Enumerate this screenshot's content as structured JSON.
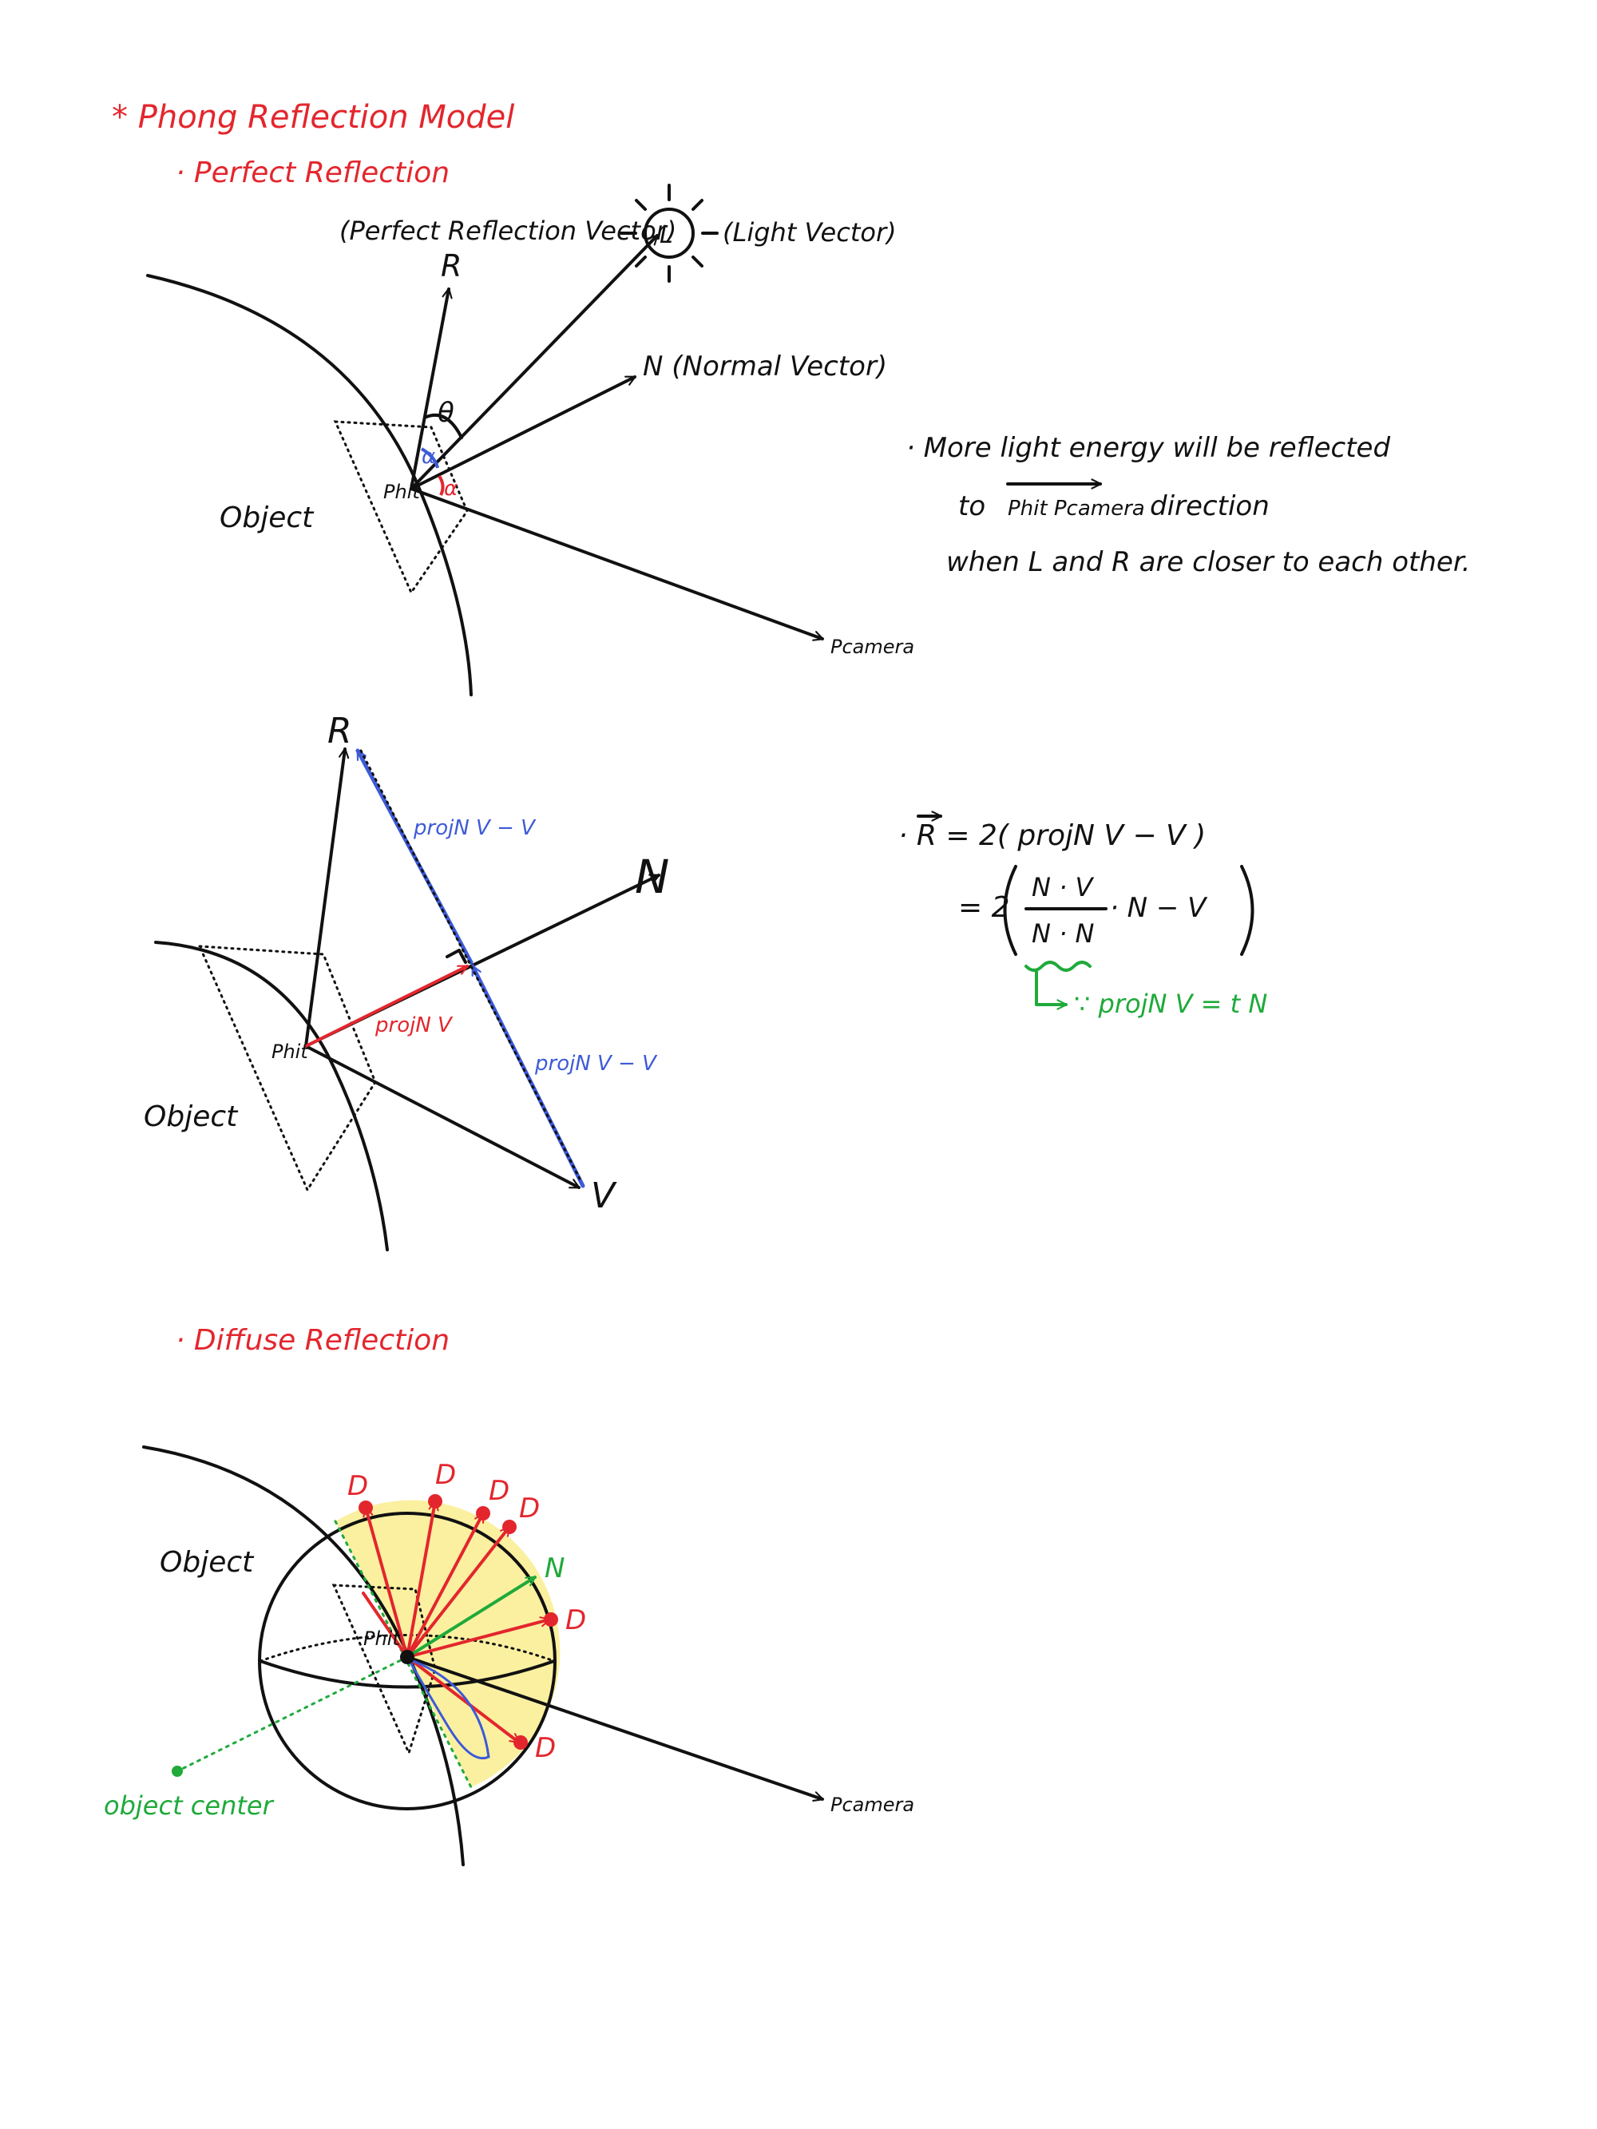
{
  "header": {
    "title": "* Phong Reflection Model",
    "section_perfect": "· Perfect Reflection",
    "section_diffuse": "· Diffuse Reflection"
  },
  "diagram1": {
    "label_R_desc": "(Perfect Reflection Vector)",
    "label_R": "R",
    "label_L_desc": "(Light Vector)",
    "label_L": "L",
    "label_N": "N  (Normal Vector)",
    "label_theta": "θ",
    "label_alpha": "α",
    "label_phit": "Phit",
    "label_object": "Object",
    "label_pcamera": "Pcamera"
  },
  "note1": {
    "line1": "· More light energy will be reflected",
    "line2_prefix": "to",
    "line2_vector": "Phit Pcamera",
    "line2_suffix": "direction",
    "line3": "when L and R are closer to each other."
  },
  "diagram2": {
    "label_R": "R",
    "label_N": "N",
    "label_V": "V",
    "label_phit": "Phit",
    "label_object": "Object",
    "label_proj_top": "projN V − V",
    "label_proj_bottom": "projN V − V",
    "label_proj_red": "projN V"
  },
  "formula": {
    "line1": "· R = 2( projN V − V )",
    "line2_eq": "= 2",
    "fraction_num": "N · V",
    "fraction_den": "N · N",
    "line2_tail": "· N  −  V",
    "note_green": "∵ projN V = t N"
  },
  "diagram3": {
    "label_D": "D",
    "label_N": "N",
    "label_phit": "Phit",
    "label_object": "Object",
    "label_center": "object center",
    "label_pcamera": "Pcamera"
  },
  "colors": {
    "accent_red": "#e3262d",
    "accent_blue": "#3d5ad8",
    "accent_green": "#1faa3a",
    "hemisphere_fill": "#fbf0a0",
    "ink": "#111111"
  }
}
